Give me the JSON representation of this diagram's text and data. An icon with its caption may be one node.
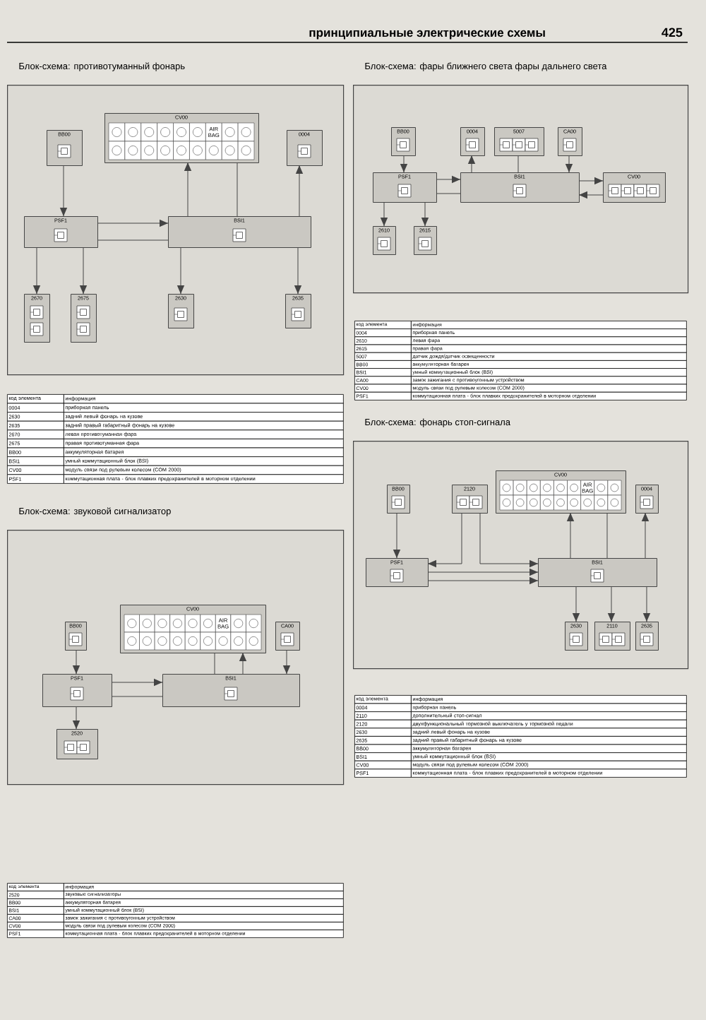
{
  "diagram": {
    "nodes": [
      {
        "text": [
          "Блок-схема: противотуманный фонарь"
        ]
      },
      {
        "text": [
          "BB00"
        ],
        "in": 0
      },
      {
        "text": [
          "CV00",
          "AIR BAG"
        ],
        "in": 0
      },
      {
        "text": [
          "0004"
        ],
        "in": 0
      },
      {
        "text": [
          "PSF1"
        ],
        "in": 0
      },
      {
        "text": [
          "BSI1"
        ],
        "in": 0
      },
      {
        "text": [
          "2670"
        ],
        "in": 0
      },
      {
        "text": [
          "2675"
        ],
        "in": 0
      },
      {
        "text": [
          "2630"
        ],
        "in": 0
      },
      {
        "text": [
          "2635"
        ],
        "in": 0
      },
      {
        "text": [
          "Блок-схема: фары ближнего света фары дальнего света"
        ]
      },
      {
        "text": [
          "BB00"
        ],
        "in": 10
      },
      {
        "text": [
          "0004"
        ],
        "in": 10
      },
      {
        "text": [
          "5007"
        ],
        "in": 10
      },
      {
        "text": [
          "CA00"
        ],
        "in": 10
      },
      {
        "text": [
          "PSF1"
        ],
        "in": 10
      },
      {
        "text": [
          "BSI1"
        ],
        "in": 10
      },
      {
        "text": [
          "CV00"
        ],
        "in": 10
      },
      {
        "text": [
          "2610"
        ],
        "in": 10
      },
      {
        "text": [
          "2615"
        ],
        "in": 10
      },
      {
        "text": [
          "Блок-схема: звуковой сигнализатор"
        ]
      },
      {
        "text": [
          "BB00"
        ],
        "in": 20
      },
      {
        "text": [
          "CV00",
          "AIR BAG"
        ],
        "in": 20
      },
      {
        "text": [
          "CA00"
        ],
        "in": 20
      },
      {
        "text": [
          "PSF1"
        ],
        "in": 20
      },
      {
        "text": [
          "BSI1"
        ],
        "in": 20
      },
      {
        "text": [
          "2520"
        ],
        "in": 20
      },
      {
        "text": [
          "Блок-схема: фонарь стоп-сигнала"
        ]
      },
      {
        "text": [
          "BB00"
        ],
        "in": 27
      },
      {
        "text": [
          "2120"
        ],
        "in": 27
      },
      {
        "text": [
          "CV00",
          "AIR BAG"
        ],
        "in": 27
      },
      {
        "text": [
          "0004"
        ],
        "in": 27
      },
      {
        "text": [
          "PSF1"
        ],
        "in": 27
      },
      {
        "text": [
          "BSI1"
        ],
        "in": 27
      },
      {
        "text": [
          "2630"
        ],
        "in": 27
      },
      {
        "text": [
          "2110"
        ],
        "in": 27
      },
      {
        "text": [
          "2635"
        ],
        "in": 27
      }
    ],
    "edges": [
      {
        "from": 1,
        "to": 4,
        "arrow": "to"
      },
      {
        "from": 4,
        "to": 5,
        "arrow": "to"
      },
      {
        "from": 4,
        "to": 5,
        "arrow": "none"
      },
      {
        "from": 5,
        "to": 2,
        "arrow": "to"
      },
      {
        "from": 2,
        "to": 5,
        "arrow": "none"
      },
      {
        "from": 5,
        "to": 3,
        "arrow": "to"
      },
      {
        "from": 4,
        "to": 6,
        "arrow": "to"
      },
      {
        "from": 4,
        "to": 7,
        "arrow": "to"
      },
      {
        "from": 5,
        "to": 8,
        "arrow": "to"
      },
      {
        "from": 5,
        "to": 9,
        "arrow": "to"
      },
      {
        "from": 11,
        "to": 15,
        "arrow": "to"
      },
      {
        "from": 15,
        "to": 16,
        "arrow": "to"
      },
      {
        "from": 15,
        "to": 16,
        "arrow": "none"
      },
      {
        "from": 16,
        "to": 12,
        "arrow": "to"
      },
      {
        "from": 13,
        "to": 16,
        "arrow": "none"
      },
      {
        "from": 14,
        "to": 16,
        "arrow": "to"
      },
      {
        "from": 16,
        "to": 17,
        "arrow": "to"
      },
      {
        "from": 17,
        "to": 16,
        "arrow": "to"
      },
      {
        "from": 15,
        "to": 18,
        "arrow": "to"
      },
      {
        "from": 15,
        "to": 19,
        "arrow": "to"
      },
      {
        "from": 21,
        "to": 24,
        "arrow": "to"
      },
      {
        "from": 24,
        "to": 25,
        "arrow": "to"
      },
      {
        "from": 24,
        "to": 25,
        "arrow": "none"
      },
      {
        "from": 22,
        "to": 25,
        "arrow": "none"
      },
      {
        "from": 25,
        "to": 22,
        "arrow": "to"
      },
      {
        "from": 23,
        "to": 25,
        "arrow": "to"
      },
      {
        "from": 24,
        "to": 26,
        "arrow": "to"
      },
      {
        "from": 28,
        "to": 32,
        "arrow": "to"
      },
      {
        "from": 29,
        "to": 32,
        "arrow": "to"
      },
      {
        "from": 29,
        "to": 33,
        "arrow": "to"
      },
      {
        "from": 32,
        "to": 33,
        "arrow": "to"
      },
      {
        "from": 32,
        "to": 33,
        "arrow": "to"
      },
      {
        "from": 33,
        "to": 30,
        "arrow": "to"
      },
      {
        "from": 30,
        "to": 33,
        "arrow": "none"
      },
      {
        "from": 33,
        "to": 31,
        "arrow": "to"
      },
      {
        "from": 33,
        "to": 34,
        "arrow": "to"
      },
      {
        "from": 33,
        "to": 35,
        "arrow": "to"
      },
      {
        "from": 33,
        "to": 36,
        "arrow": "to"
      }
    ],
    "labels": [
      "принципиальные электрические схемы",
      "425",
      "код элемента",
      "информация",
      "0004",
      "приборная панель",
      "2630",
      "задний левый фонарь на кузове",
      "2635",
      "задний правый габаритный фонарь на кузове",
      "2670",
      "левая противотуманная фара",
      "2675",
      "правая противотуманная фара",
      "BB00",
      "аккумуляторная батарея",
      "BSI1",
      "умный коммутационный блок (BSI)",
      "CV00",
      "модуль связи под рулевым колесом (COM 2000)",
      "PSF1",
      "коммутационная плата - блок плавких предохранителей в моторном отделении",
      "код элемента",
      "информация",
      "0004",
      "приборная панель",
      "2610",
      "левая фара",
      "2615",
      "правая фара",
      "5007",
      "датчик дождя/датчик освещенности",
      "BB00",
      "аккумуляторная батарея",
      "BSI1",
      "умный коммутационный блок (BSI)",
      "CA00",
      "замок зажигания с противоугонным устройством",
      "CV00",
      "модуль связи под рулевым колесом (COM 2000)",
      "PSF1",
      "коммутационная плата - блок плавких предохранителей в моторном отделении",
      "код элемента",
      "информация",
      "0004",
      "приборная панель",
      "2110",
      "дополнительный стоп-сигнал",
      "2120",
      "двухфункциональный тормозной выключатель у тормозной педали",
      "2630",
      "задний левый фонарь на кузове",
      "2635",
      "задний правый габаритный фонарь на кузове",
      "BB00",
      "аккумуляторная батарея",
      "BSI1",
      "умный коммутационный блок (BSI)",
      "CV00",
      "модуль связи под рулевым колесом (COM 2000)",
      "PSF1",
      "коммутационная плата - блок плавких предохранителей в моторном отделении",
      "код элемента",
      "информация",
      "2520",
      "звуковые сигнализаторы",
      "BB00",
      "аккумуляторная батарея",
      "BSI1",
      "умный коммутационный блок (BSI)",
      "CA00",
      "замок зажигания с противоугонным устройством",
      "CV00",
      "модуль связи под рулевым колесом (COM 2000)",
      "PSF1",
      "коммутационная плата - блок плавких предохранителей в моторном отделении"
    ]
  }
}
